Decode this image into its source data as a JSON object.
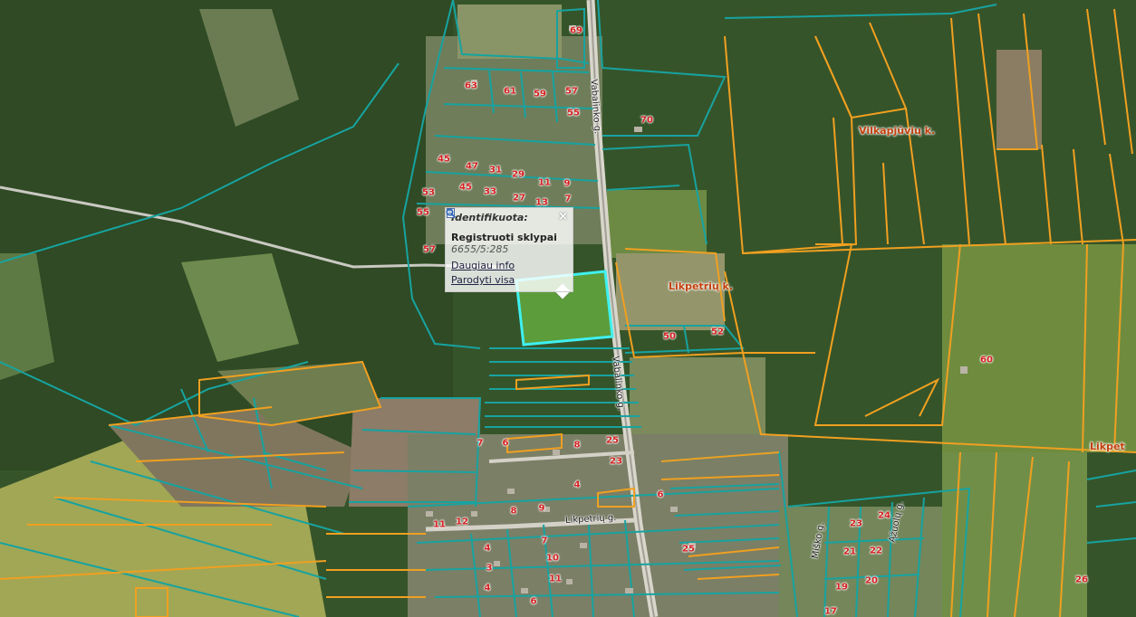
{
  "popup": {
    "title": "Identifikuota:",
    "close_label": "×",
    "layer_name": "Registruoti sklypai",
    "parcel_id": "6655/5:285",
    "more_info_label": "Daugiau info",
    "show_all_label": "Parodyti visa",
    "icons": [
      "document-icon",
      "magnifier-icon"
    ]
  },
  "villages": [
    "Vilkapjūvių k.",
    "Likpetrių k.",
    "Likpet"
  ],
  "streets": [
    "Vabalinko g.",
    "Vabalinko g.",
    "Likpetrių g.",
    "Miško g.",
    "Ąžuolų g."
  ],
  "parcel_numbers": [
    "69",
    "63",
    "61",
    "59",
    "57",
    "55",
    "70",
    "45",
    "47",
    "31",
    "29",
    "53",
    "45",
    "33",
    "11",
    "9",
    "55",
    "27",
    "13",
    "7",
    "57",
    "50",
    "52",
    "60",
    "25",
    "6",
    "8",
    "23",
    "4",
    "6",
    "11",
    "12",
    "8",
    "9",
    "4",
    "7",
    "25",
    "10",
    "3",
    "4",
    "6",
    "11",
    "23",
    "24",
    "21",
    "22",
    "20",
    "19",
    "17",
    "26",
    "7"
  ],
  "colors": {
    "cadastral_line": "#17a3a0",
    "field_boundary": "#f0a020",
    "selected_parcel": "#3ff0f0",
    "label_red": "#d42020",
    "village_label": "#c2410c"
  }
}
